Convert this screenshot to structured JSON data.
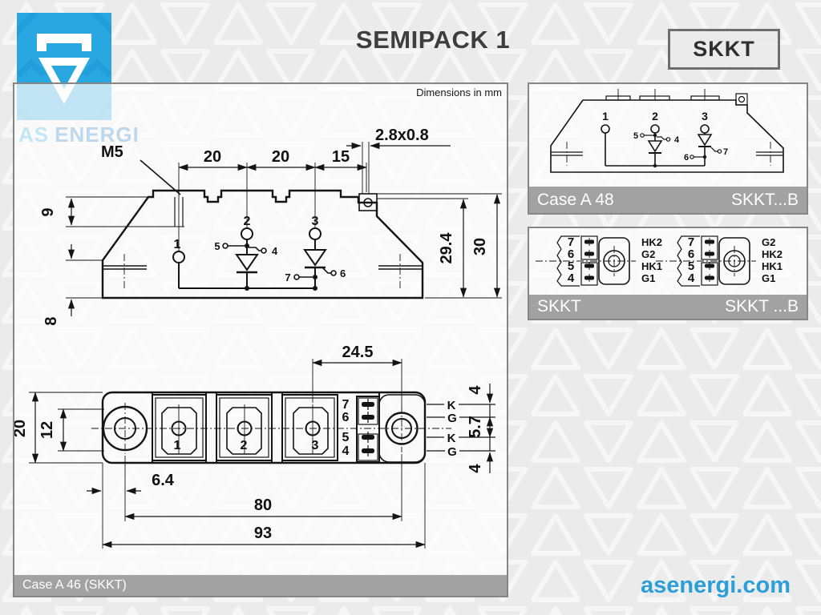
{
  "header": {
    "title": "SEMIPACK 1",
    "badge": "SKKT",
    "logo": {
      "part1": "AS",
      "part2": "ENERGI"
    }
  },
  "footer": {
    "website": "asenergi.com"
  },
  "colors": {
    "logo_blue": "#29a7e1",
    "link_blue": "#2d9fd8",
    "bar_gray": "#9b9b9b",
    "ink": "#141414"
  },
  "main_drawing": {
    "units_note": "Dimensions in mm",
    "case_label": "Case A 46 (SKKT)",
    "side_view": {
      "thread_label": "M5",
      "tab_label": "2.8x0.8",
      "dim_20a": "20",
      "dim_20b": "20",
      "dim_15": "15",
      "dim_9": "9",
      "dim_8": "8",
      "dim_29_4": "29.4",
      "dim_30": "30",
      "t1": "1",
      "t2": "2",
      "t3": "3",
      "p4": "4",
      "p5": "5",
      "p6": "6",
      "p7": "7"
    },
    "bottom_view": {
      "dim_24_5": "24.5",
      "dim_20": "20",
      "dim_12": "12",
      "dim_6_4": "6.4",
      "dim_80": "80",
      "dim_93": "93",
      "dim_4a": "4",
      "dim_5_7": "5.7",
      "dim_4b": "4",
      "pads": [
        "1",
        "2",
        "3"
      ],
      "pins": [
        "7",
        "6",
        "5",
        "4"
      ],
      "signals": [
        "K",
        "G",
        "K",
        "G"
      ]
    }
  },
  "panel_a48": {
    "case_label": "Case A 48",
    "type_label": "SKKT...B",
    "t1": "1",
    "t2": "2",
    "t3": "3",
    "p4": "4",
    "p5": "5",
    "p6": "6",
    "p7": "7"
  },
  "panel_pinout": {
    "left": {
      "label": "SKKT",
      "pins": [
        "7",
        "6",
        "5",
        "4"
      ],
      "signals": [
        "HK2",
        "G2",
        "HK1",
        "G1"
      ]
    },
    "right": {
      "label": "SKKT ...B",
      "pins": [
        "7",
        "6",
        "5",
        "4"
      ],
      "signals": [
        "G2",
        "HK2",
        "HK1",
        "G1"
      ]
    }
  }
}
